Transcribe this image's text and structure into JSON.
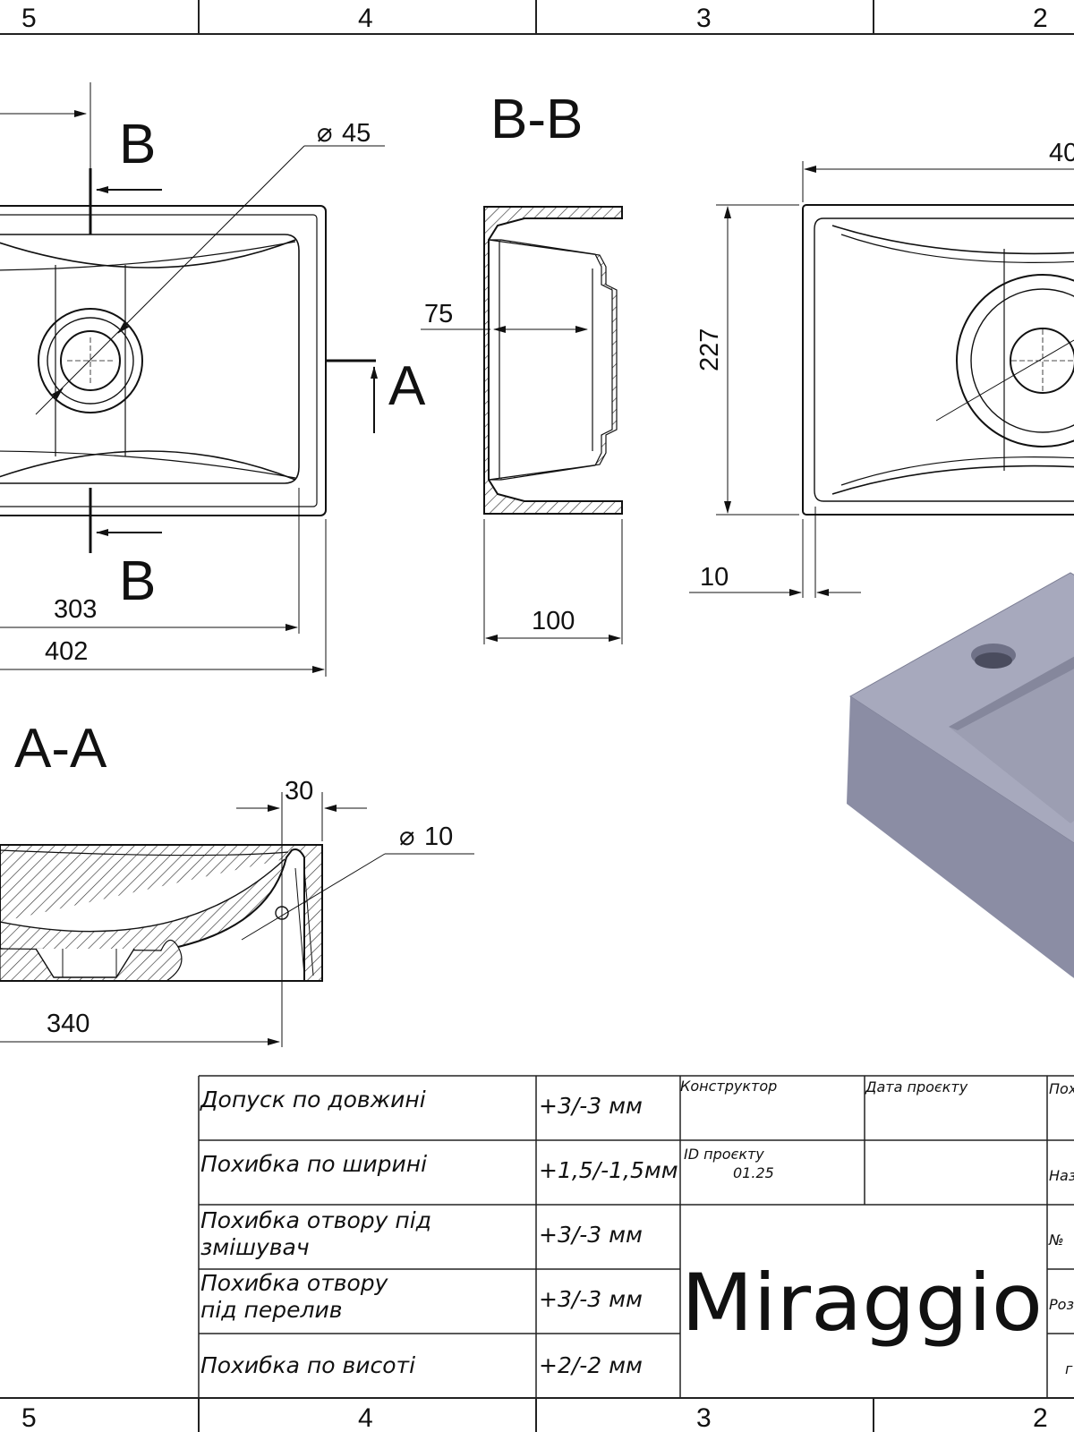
{
  "zones": {
    "top": [
      "5",
      "4",
      "3",
      "2"
    ],
    "bottom": [
      "5",
      "4",
      "3",
      "2"
    ]
  },
  "plan_view": {
    "section_b_label": "B",
    "section_a_label": "A",
    "hole_diameter": "45",
    "width_inner": "303",
    "width_outer": "402"
  },
  "section_bb": {
    "title": "B-B",
    "depth": "75",
    "height": "100"
  },
  "side_view": {
    "width_partial": "40",
    "depth_overall": "227",
    "rim": "10"
  },
  "section_aa": {
    "title": "A-A",
    "wall": "30",
    "overflow_diameter": "10",
    "length": "340"
  },
  "title_block": {
    "tolerances": [
      {
        "label": "Допуск по довжині",
        "value": "+3/-3 мм"
      },
      {
        "label": "Похибка по ширині",
        "value": "+1,5/-1,5мм"
      },
      {
        "label_line1": "Похибка отвору під",
        "label_line2": "змішувач",
        "value": "+3/-3 мм"
      },
      {
        "label_line1": "Похибка отвору",
        "label_line2": "під перелив",
        "value": "+3/-3 мм"
      },
      {
        "label": "Похибка по висоті",
        "value": "+2/-2 мм"
      }
    ],
    "designer_label": "Конструктор",
    "project_date_label": "Дата проєкту",
    "project_id_label": "ID проєкту",
    "project_id_value": "01.25",
    "col3_row1": "Пох",
    "col3_row2": "Наз",
    "col3_row3": "№",
    "col3_row4": "Роз",
    "col3_row5": "г",
    "brand": "Miraggio"
  },
  "render_colors": {
    "iso_top": "#a7a9bd",
    "iso_side": "#8b8da4",
    "iso_basin": "#9c9eb2"
  }
}
